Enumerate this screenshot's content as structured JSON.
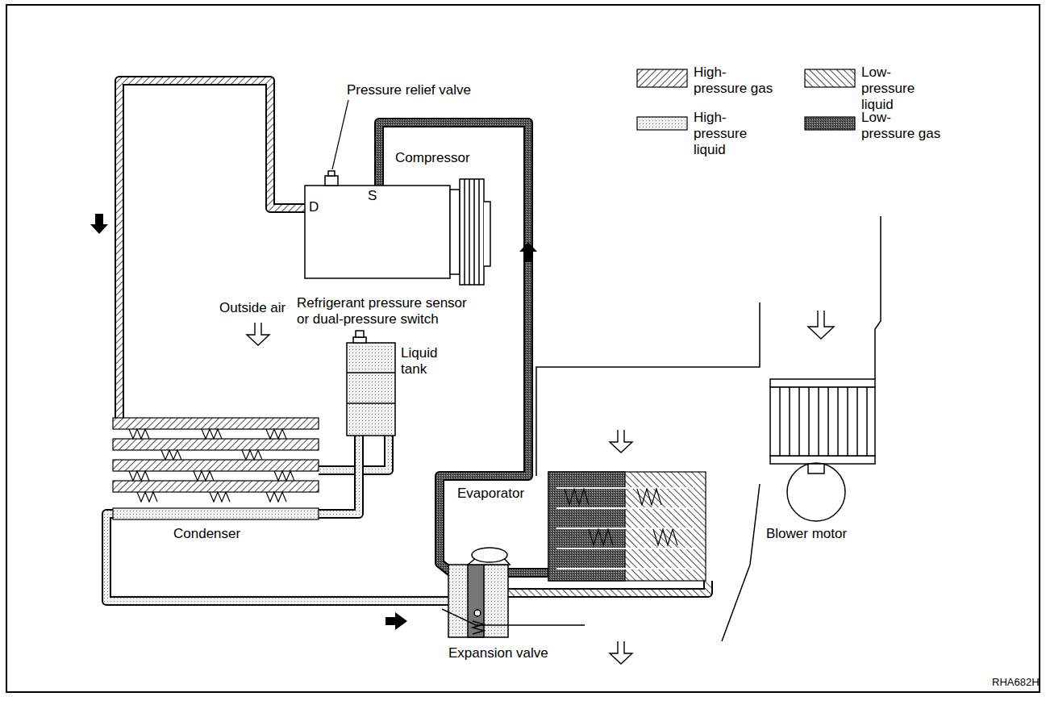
{
  "diagram": {
    "labels": [
      "Pressure relief valve",
      "Compressor",
      "D",
      "S",
      "Outside air",
      "Refrigerant pressure sensor or dual-pressure switch",
      "Liquid tank",
      "Condenser",
      "Evaporator",
      "Blower motor",
      "Expansion valve",
      "RHA682H"
    ],
    "legend": [
      {
        "text": "High-pressure gas"
      },
      {
        "text": "High-pressure liquid"
      },
      {
        "text": "Low-pressure liquid"
      },
      {
        "text": "Low-pressure gas"
      }
    ]
  }
}
